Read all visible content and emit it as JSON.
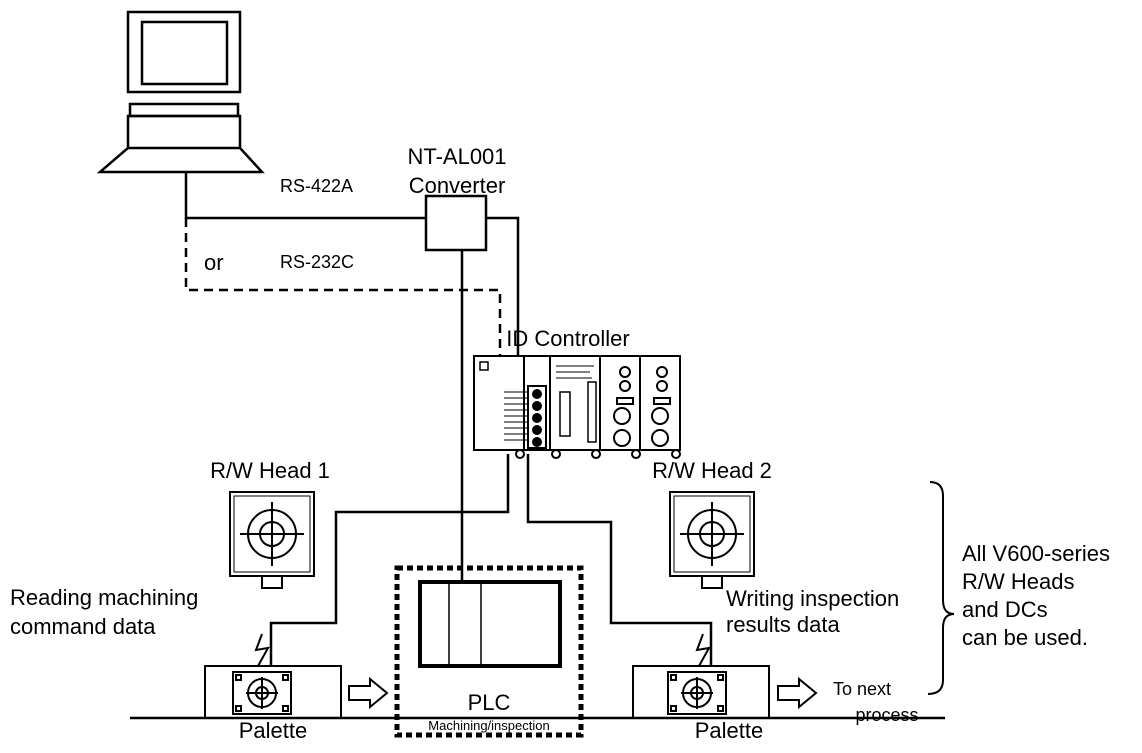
{
  "labels": {
    "converter_model": "NT-AL001",
    "converter_name": "Converter",
    "rs422": "RS-422A",
    "rs232": "RS-232C",
    "or": "or",
    "id_controller": "ID Controller",
    "head1": "R/W Head 1",
    "head2": "R/W Head 2",
    "reading_line1": "Reading machining",
    "reading_line2": "command data",
    "writing_line1": "Writing inspection",
    "writing_line2": "results data",
    "plc": "PLC",
    "palette_left": "Palette",
    "palette_right": "Palette",
    "to_next_line1": "To next",
    "to_next_line2": "process",
    "machining": "Machining/inspection",
    "note_line1": "All V600-series",
    "note_line2": "R/W Heads",
    "note_line3": "and DCs",
    "note_line4": "can be used."
  }
}
